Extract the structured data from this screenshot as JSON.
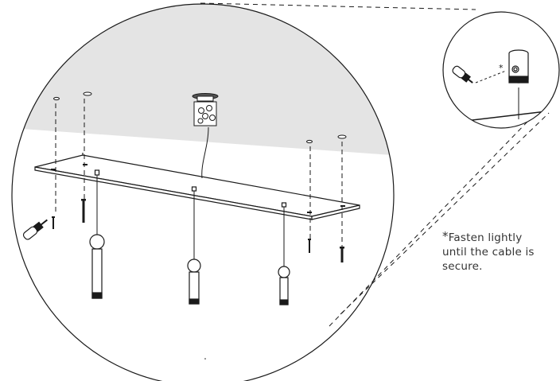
{
  "note": {
    "marker": "*",
    "lines": [
      "Fasten lightly",
      "until the cable is",
      "secure."
    ]
  },
  "inset": {
    "marker": "*"
  },
  "colors": {
    "ceiling": "#e4e4e4",
    "line": "#1a1a1a"
  }
}
